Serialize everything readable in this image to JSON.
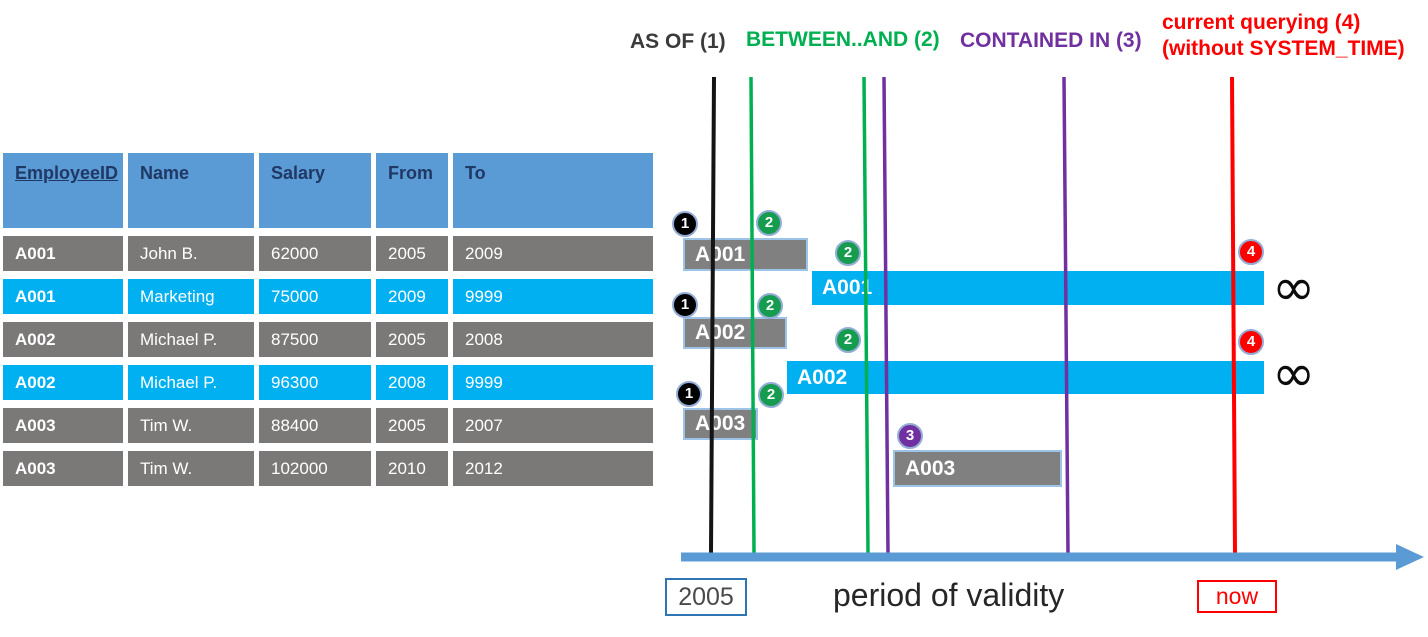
{
  "table": {
    "headers": [
      "EmployeeID",
      "Name",
      "Salary",
      "From",
      "To"
    ],
    "rows": [
      {
        "style": "history",
        "cells": [
          "A001",
          "John B.",
          "62000",
          "2005",
          "2009"
        ]
      },
      {
        "style": "current",
        "cells": [
          "A001",
          "Marketing",
          "75000",
          "2009",
          "9999"
        ]
      },
      {
        "style": "history",
        "cells": [
          "A002",
          "Michael P.",
          "87500",
          "2005",
          "2008"
        ]
      },
      {
        "style": "current",
        "cells": [
          "A002",
          "Michael P.",
          "96300",
          "2008",
          "9999"
        ]
      },
      {
        "style": "history",
        "cells": [
          "A003",
          "Tim W.",
          "88400",
          "2005",
          "2007"
        ]
      },
      {
        "style": "history",
        "cells": [
          "A003",
          "Tim W.",
          "102000",
          "2010",
          "2012"
        ]
      }
    ]
  },
  "legend": {
    "as_of": "AS OF (1)",
    "between_and": "BETWEEN..AND (2)",
    "contained_in": "CONTAINED IN (3)",
    "current_querying_line1": "current querying (4)",
    "current_querying_line2": "(without SYSTEM_TIME)"
  },
  "diagram": {
    "bars": [
      {
        "label": "A001",
        "kind": "history-gray"
      },
      {
        "label": "A001",
        "kind": "current-cyan-to-infinity"
      },
      {
        "label": "A002",
        "kind": "history-gray"
      },
      {
        "label": "A002",
        "kind": "current-cyan-to-infinity"
      },
      {
        "label": "A003",
        "kind": "history-gray"
      },
      {
        "label": "A003",
        "kind": "history-gray"
      }
    ],
    "badges": [
      "1",
      "2",
      "2",
      "4",
      "1",
      "2",
      "2",
      "4",
      "1",
      "2",
      "3"
    ],
    "infinity_symbol": "∞",
    "axis": {
      "start_year": "2005",
      "label": "period of validity",
      "now": "now"
    }
  },
  "colors": {
    "table_header_blue": "#5B9BD5",
    "row_history_gray": "#7B7977",
    "row_current_cyan": "#00B0F0",
    "bar_gray": "#808080",
    "bar_border_blue": "#9DC3E6",
    "line_black": "#141414",
    "line_green": "#00B050",
    "line_purple": "#7030A0",
    "line_red": "#FF0000",
    "axis_arrow_blue": "#5B9BD5",
    "header_text_navy": "#1F3864"
  }
}
